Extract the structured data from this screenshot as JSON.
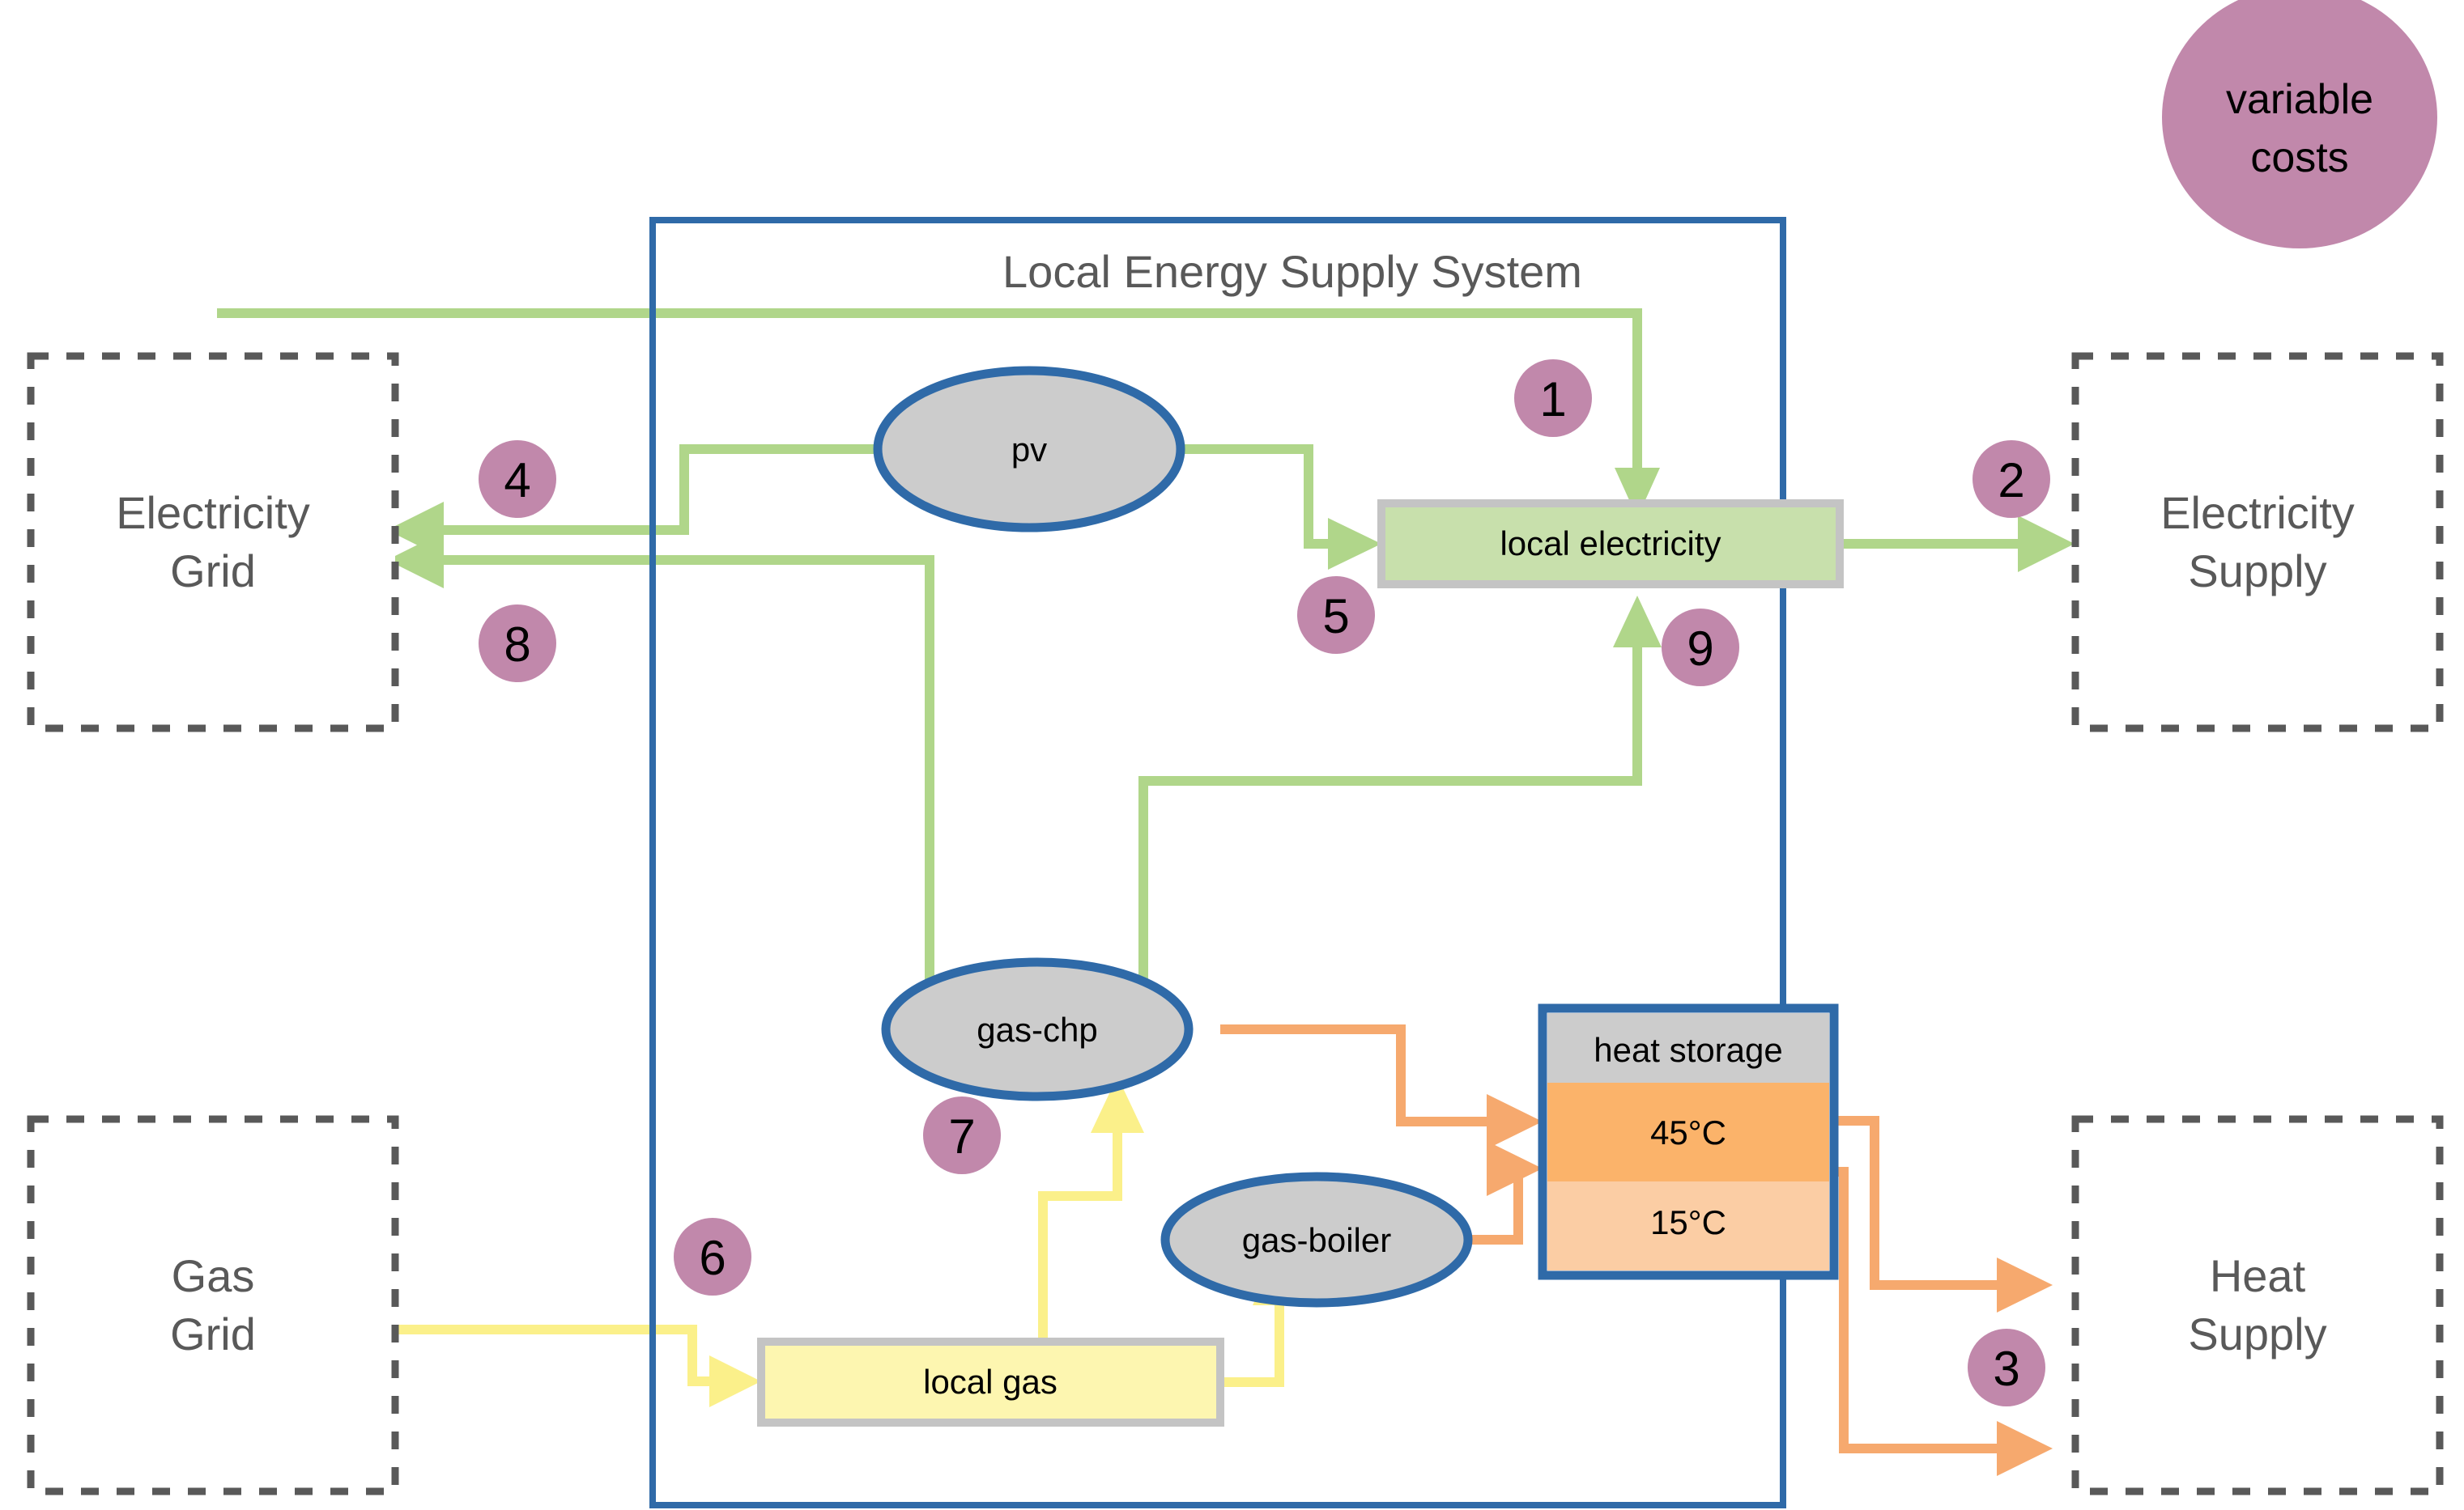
{
  "diagram": {
    "title": "Local Energy Supply System",
    "colors": {
      "system_border": "#2f6aa8",
      "external_border": "#595959",
      "electricity_flow": "#b0d68a",
      "gas_flow": "#fbf08a",
      "heat_flow": "#f6a96e",
      "badge_fill": "#c188ab",
      "node_fill": "#cccccc",
      "node_stroke": "#2f6aa8",
      "electricity_bus_fill": "#c8e0ac",
      "gas_bus_fill": "#fdf6b0",
      "storage_hot_fill": "#fbb36a",
      "storage_cold_fill": "#fbcda4",
      "storage_header_fill": "#cccccc",
      "bus_border": "#c4c4c4",
      "text_gray": "#595959"
    }
  },
  "external_boxes": [
    {
      "id": "electricity-grid",
      "label_line1": "Electricity",
      "label_line2": "Grid"
    },
    {
      "id": "electricity-supply",
      "label_line1": "Electricity",
      "label_line2": "Supply"
    },
    {
      "id": "gas-grid",
      "label_line1": "Gas",
      "label_line2": "Grid"
    },
    {
      "id": "heat-supply",
      "label_line1": "Heat",
      "label_line2": "Supply"
    }
  ],
  "transformers": [
    {
      "id": "pv",
      "label": "pv"
    },
    {
      "id": "gas-chp",
      "label": "gas-chp"
    },
    {
      "id": "gas-boiler",
      "label": "gas-boiler"
    }
  ],
  "buses": [
    {
      "id": "local-electricity",
      "label": "local electricity"
    },
    {
      "id": "local-gas",
      "label": "local gas"
    }
  ],
  "storage": {
    "id": "heat-storage",
    "label": "heat storage",
    "hot_temperature": "45°C",
    "cold_temperature": "15°C"
  },
  "cost_badge": {
    "line1": "variable",
    "line2": "costs"
  },
  "flow_badges": [
    {
      "id": "flow-1",
      "number": "1"
    },
    {
      "id": "flow-2",
      "number": "2"
    },
    {
      "id": "flow-3",
      "number": "3"
    },
    {
      "id": "flow-4",
      "number": "4"
    },
    {
      "id": "flow-5",
      "number": "5"
    },
    {
      "id": "flow-6",
      "number": "6"
    },
    {
      "id": "flow-7",
      "number": "7"
    },
    {
      "id": "flow-8",
      "number": "8"
    },
    {
      "id": "flow-9",
      "number": "9"
    }
  ]
}
